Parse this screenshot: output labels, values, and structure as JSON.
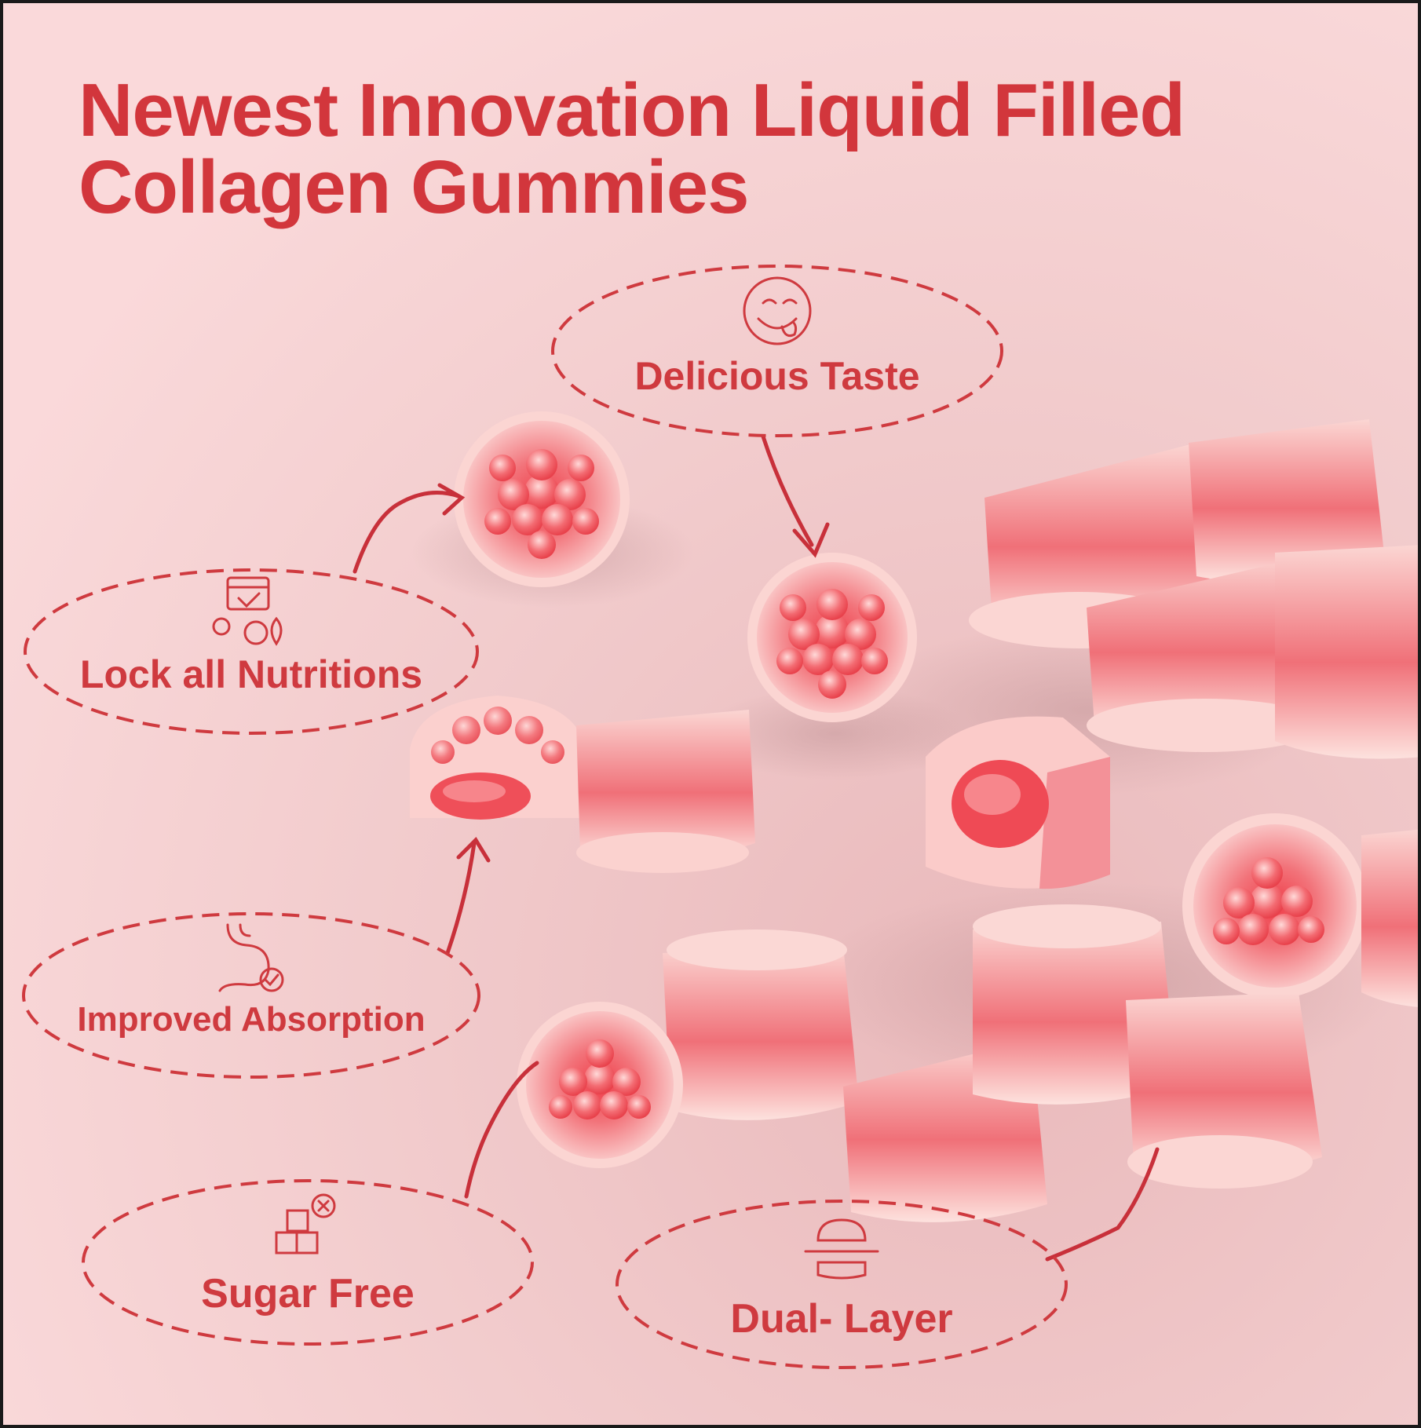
{
  "headline": {
    "line1": "Newest Innovation Liquid Filled",
    "line2": "Collagen Gummies"
  },
  "colors": {
    "accent": "#d2363c",
    "background": "#f7d3d4",
    "gummy": "#f06a72"
  },
  "features": {
    "delicious_taste": {
      "label": "Delicious Taste",
      "icon": "smiley-tongue-icon"
    },
    "lock_nutritions": {
      "label": "Lock all Nutritions",
      "icon": "nutrition-calendar-icon"
    },
    "improved_absorption": {
      "label": "Improved Absorption",
      "icon": "stomach-check-icon"
    },
    "sugar_free": {
      "label": "Sugar Free",
      "icon": "sugar-cubes-x-icon"
    },
    "dual_layer": {
      "label": "Dual- Layer",
      "icon": "layers-burger-icon"
    }
  }
}
